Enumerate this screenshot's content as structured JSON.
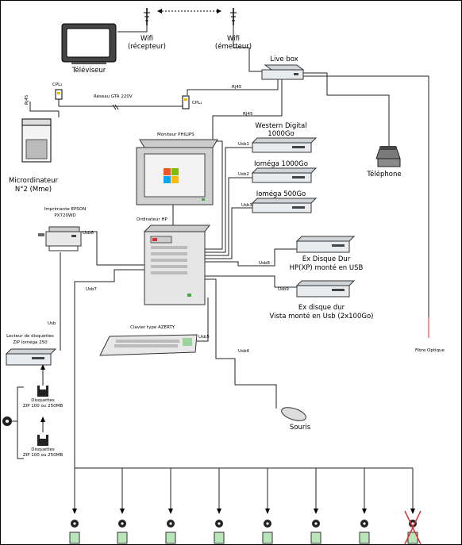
{
  "labels": {
    "wifi_left": "Wifi",
    "wifi_left_sub": "(récepteur)",
    "wifi_right": "Wifi",
    "wifi_right_sub": "(émetteur)",
    "tv": "Téléviseur",
    "livebox": "Live box",
    "rj45_a": "Rj45",
    "rj45_b": "Rj45",
    "rj45_c": "RJ45",
    "cpl_left": "CPL₂",
    "cpl_right": "CPL₁",
    "reseau": "Réseau GTA 220V",
    "pc2_line1": "Micrordinateur",
    "pc2_line2": "N°2 (Mme)",
    "monitor": "Moniteur PHILIPS",
    "ordinateur": "Ordinateur HP",
    "wd_line1": "Western Digital",
    "wd_line2": "1000Go",
    "iomega1000": "Ioméga 1000Go",
    "iomega500": "Ioméga 500Go",
    "usb1": "Usb1",
    "usb2": "Usb2",
    "usb3": "Usb3",
    "telephone": "Téléphone",
    "printer_line1": "Imprimante EPSON",
    "printer_line2": "PX720WD",
    "usb6": "Usb6",
    "usb8": "Usb8",
    "ex_hp_line1": "Ex Disque Dur",
    "ex_hp_line2": "HP(XP) monté en USB",
    "usb9": "Usb9",
    "ex_vista_line1": "Ex disque dur",
    "ex_vista_line2": "Vista monté en Usb (2x100Go)",
    "usb7": "Usb7",
    "usb_left": "Usb",
    "clavier": "Clavier type AZERTY",
    "usb5": "Usb5",
    "fibre": "Fibre Optique",
    "zip_reader_line1": "Lecteur de disquettes",
    "zip_reader_line2": "ZIP Ioméga 250",
    "usb4": "Usb4",
    "disk1_line1": "Disquettes",
    "disk1_line2": "ZIP 100 ou 250MB",
    "disk2_line1": "Disquettes",
    "disk2_line2": "ZIP 100 ou 250MB",
    "souris": "Souris"
  },
  "colors": {
    "line": "#222222",
    "fibre": "#e05050",
    "cross": "#d63333",
    "jack": "#b8e6b8"
  },
  "drops": {
    "count": 8,
    "crossed_index": 7
  }
}
